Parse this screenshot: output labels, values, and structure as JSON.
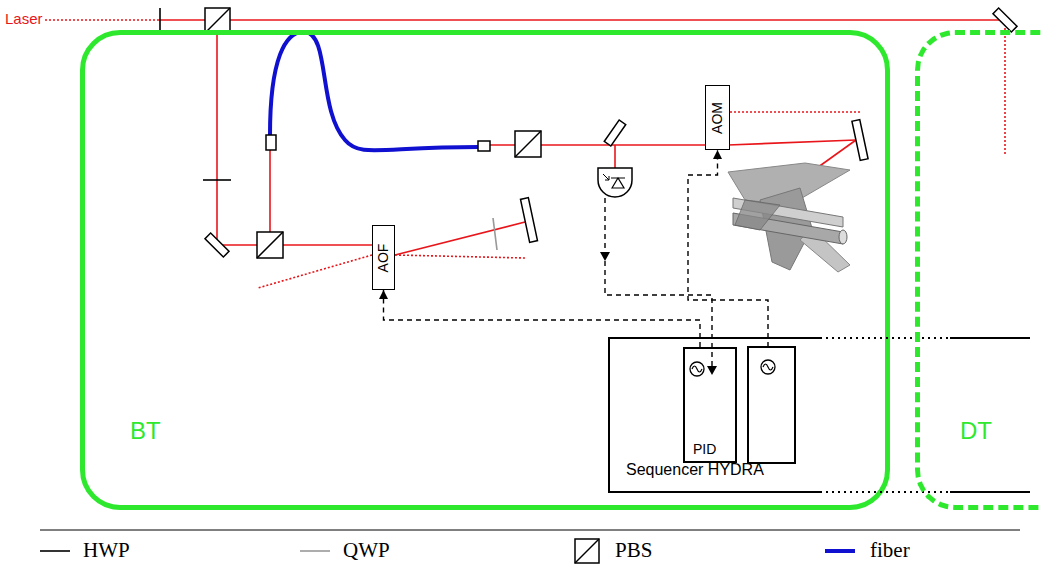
{
  "diagram": {
    "nodes": [
      {
        "text": [
          "BT"
        ]
      },
      {
        "text": [
          "AOM"
        ],
        "in": 0
      },
      {
        "text": [
          "AOF"
        ],
        "in": 0
      },
      {
        "text": [
          "Sequencer HYDRA"
        ]
      },
      {
        "text": [
          "PID"
        ],
        "in": 3
      },
      {
        "text": [
          "DT"
        ]
      }
    ],
    "edges": [
      {
        "from": 4,
        "to": 2,
        "arrow": "to"
      },
      {
        "from": 3,
        "to": 1,
        "arrow": "to"
      }
    ],
    "labels": [
      "Laser"
    ],
    "legend": [
      {
        "text": "HWP"
      },
      {
        "text": "QWP"
      },
      {
        "text": "PBS"
      },
      {
        "text": "fiber"
      }
    ]
  }
}
